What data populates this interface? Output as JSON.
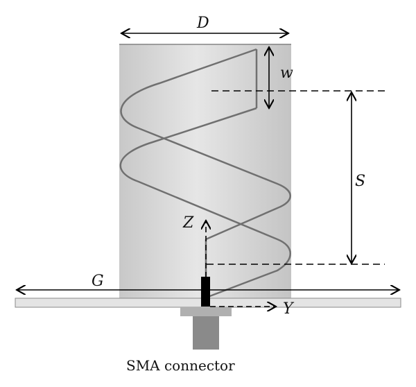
{
  "labels": {
    "D": "D",
    "w": "w",
    "S": "S",
    "Z": "Z",
    "G": "G",
    "Y": "Y"
  },
  "caption": "SMA connector",
  "colors": {
    "cylinder": "#d6d6d6",
    "helix": "#707070",
    "ground": "#e4e4e4",
    "connector_flange": "#b0b0b0",
    "connector_body": "#8a8a8a"
  }
}
